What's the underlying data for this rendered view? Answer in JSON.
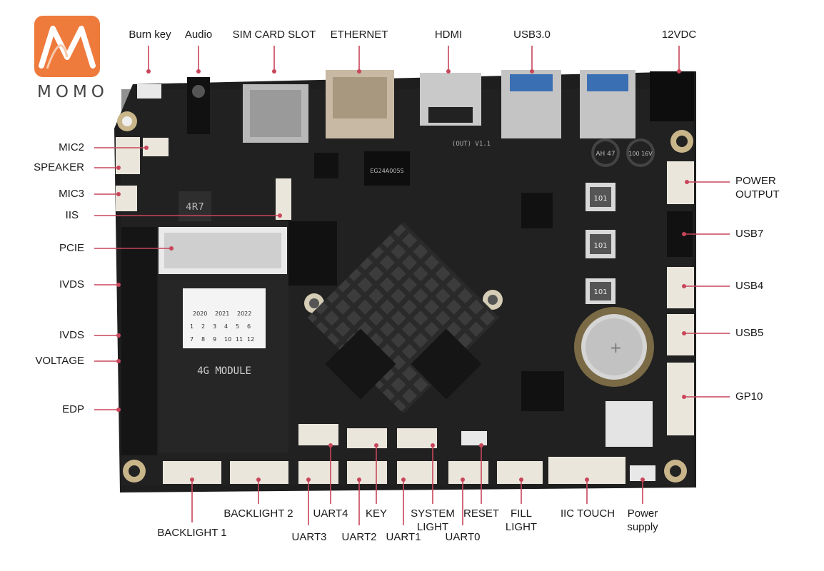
{
  "logo": {
    "brand": "MOMO",
    "colors": {
      "bg": "#ee7a3c",
      "mark": "#ffffff"
    }
  },
  "board": {
    "silkscreen": {
      "module": "4G MODULE",
      "rev": "(OUT) V1.1",
      "chip_eth": "EG24A005S",
      "inductor": "4R7",
      "cap1": "101",
      "cap2": "101",
      "cap3": "101",
      "ec1": "AH 47",
      "ec2": "100 16V"
    },
    "sticker": {
      "years": [
        "2020",
        "2021",
        "2022"
      ],
      "numbers": [
        "1",
        "2",
        "3",
        "4",
        "5",
        "6",
        "7",
        "8",
        "9",
        "10",
        "11",
        "12"
      ]
    }
  },
  "labels": {
    "burn_key": "Burn key",
    "audio": "Audio",
    "sim": "SIM CARD SLOT",
    "ethernet": "ETHERNET",
    "hdmi": "HDMI",
    "usb30": "USB3.0",
    "vdc": "12VDC",
    "mic2": "MIC2",
    "speaker": "SPEAKER",
    "mic3": "MIC3",
    "iis": "IIS",
    "pcie": "PCIE",
    "lvds1": "IVDS",
    "lvds2": "IVDS",
    "voltage": "VOLTAGE",
    "edp": "EDP",
    "power_output_1": "POWER",
    "power_output_2": "OUTPUT",
    "usb7": "USB7",
    "usb4": "USB4",
    "usb5": "USB5",
    "gp10": "GP10",
    "backlight1": "BACKLIGHT 1",
    "backlight2": "BACKLIGHT 2",
    "uart4": "UART4",
    "uart3": "UART3",
    "key": "KEY",
    "uart2": "UART2",
    "uart1": "UART1",
    "system_light_1": "SYSTEM",
    "system_light_2": "LIGHT",
    "uart0": "UART0",
    "reset": "RESET",
    "fill_light_1": "FILL",
    "fill_light_2": "LIGHT",
    "iic_touch": "IIC TOUCH",
    "power_supply_1": "Power",
    "power_supply_2": "supply"
  },
  "colors": {
    "leader": "#c8455a",
    "board": "#1c1c1c",
    "text": "#1a1a1a"
  }
}
